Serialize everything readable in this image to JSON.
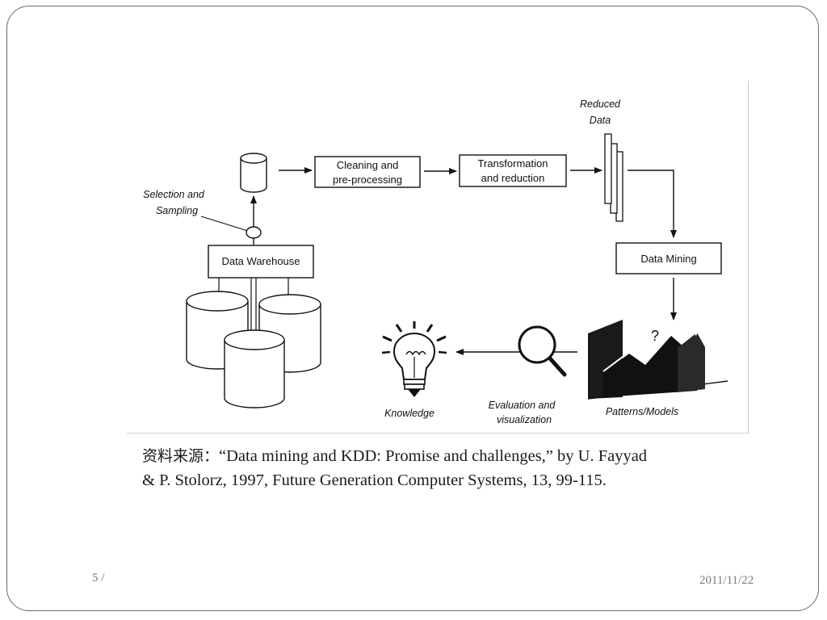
{
  "diagram": {
    "steps": {
      "cleaning": [
        "Cleaning and",
        "pre-processing"
      ],
      "transformation": [
        "Transformation",
        "and reduction"
      ],
      "data_mining": "Data Mining",
      "data_warehouse": "Data Warehouse"
    },
    "labels": {
      "selection": [
        "Selection and",
        "Sampling"
      ],
      "reduced_data": [
        "Reduced",
        "Data"
      ],
      "patterns": "Patterns/Models",
      "evaluation": [
        "Evaluation and",
        "visualization"
      ],
      "knowledge": "Knowledge",
      "question_mark": "?"
    }
  },
  "caption": {
    "lead": "资料来源：",
    "line1": "“Data mining and KDD: Promise and challenges,” by U. Fayyad",
    "line2": "& P. Stolorz, 1997, Future Generation Computer Systems, 13, 99-115."
  },
  "footer": {
    "page": "5 /",
    "date": "2011/11/22"
  }
}
